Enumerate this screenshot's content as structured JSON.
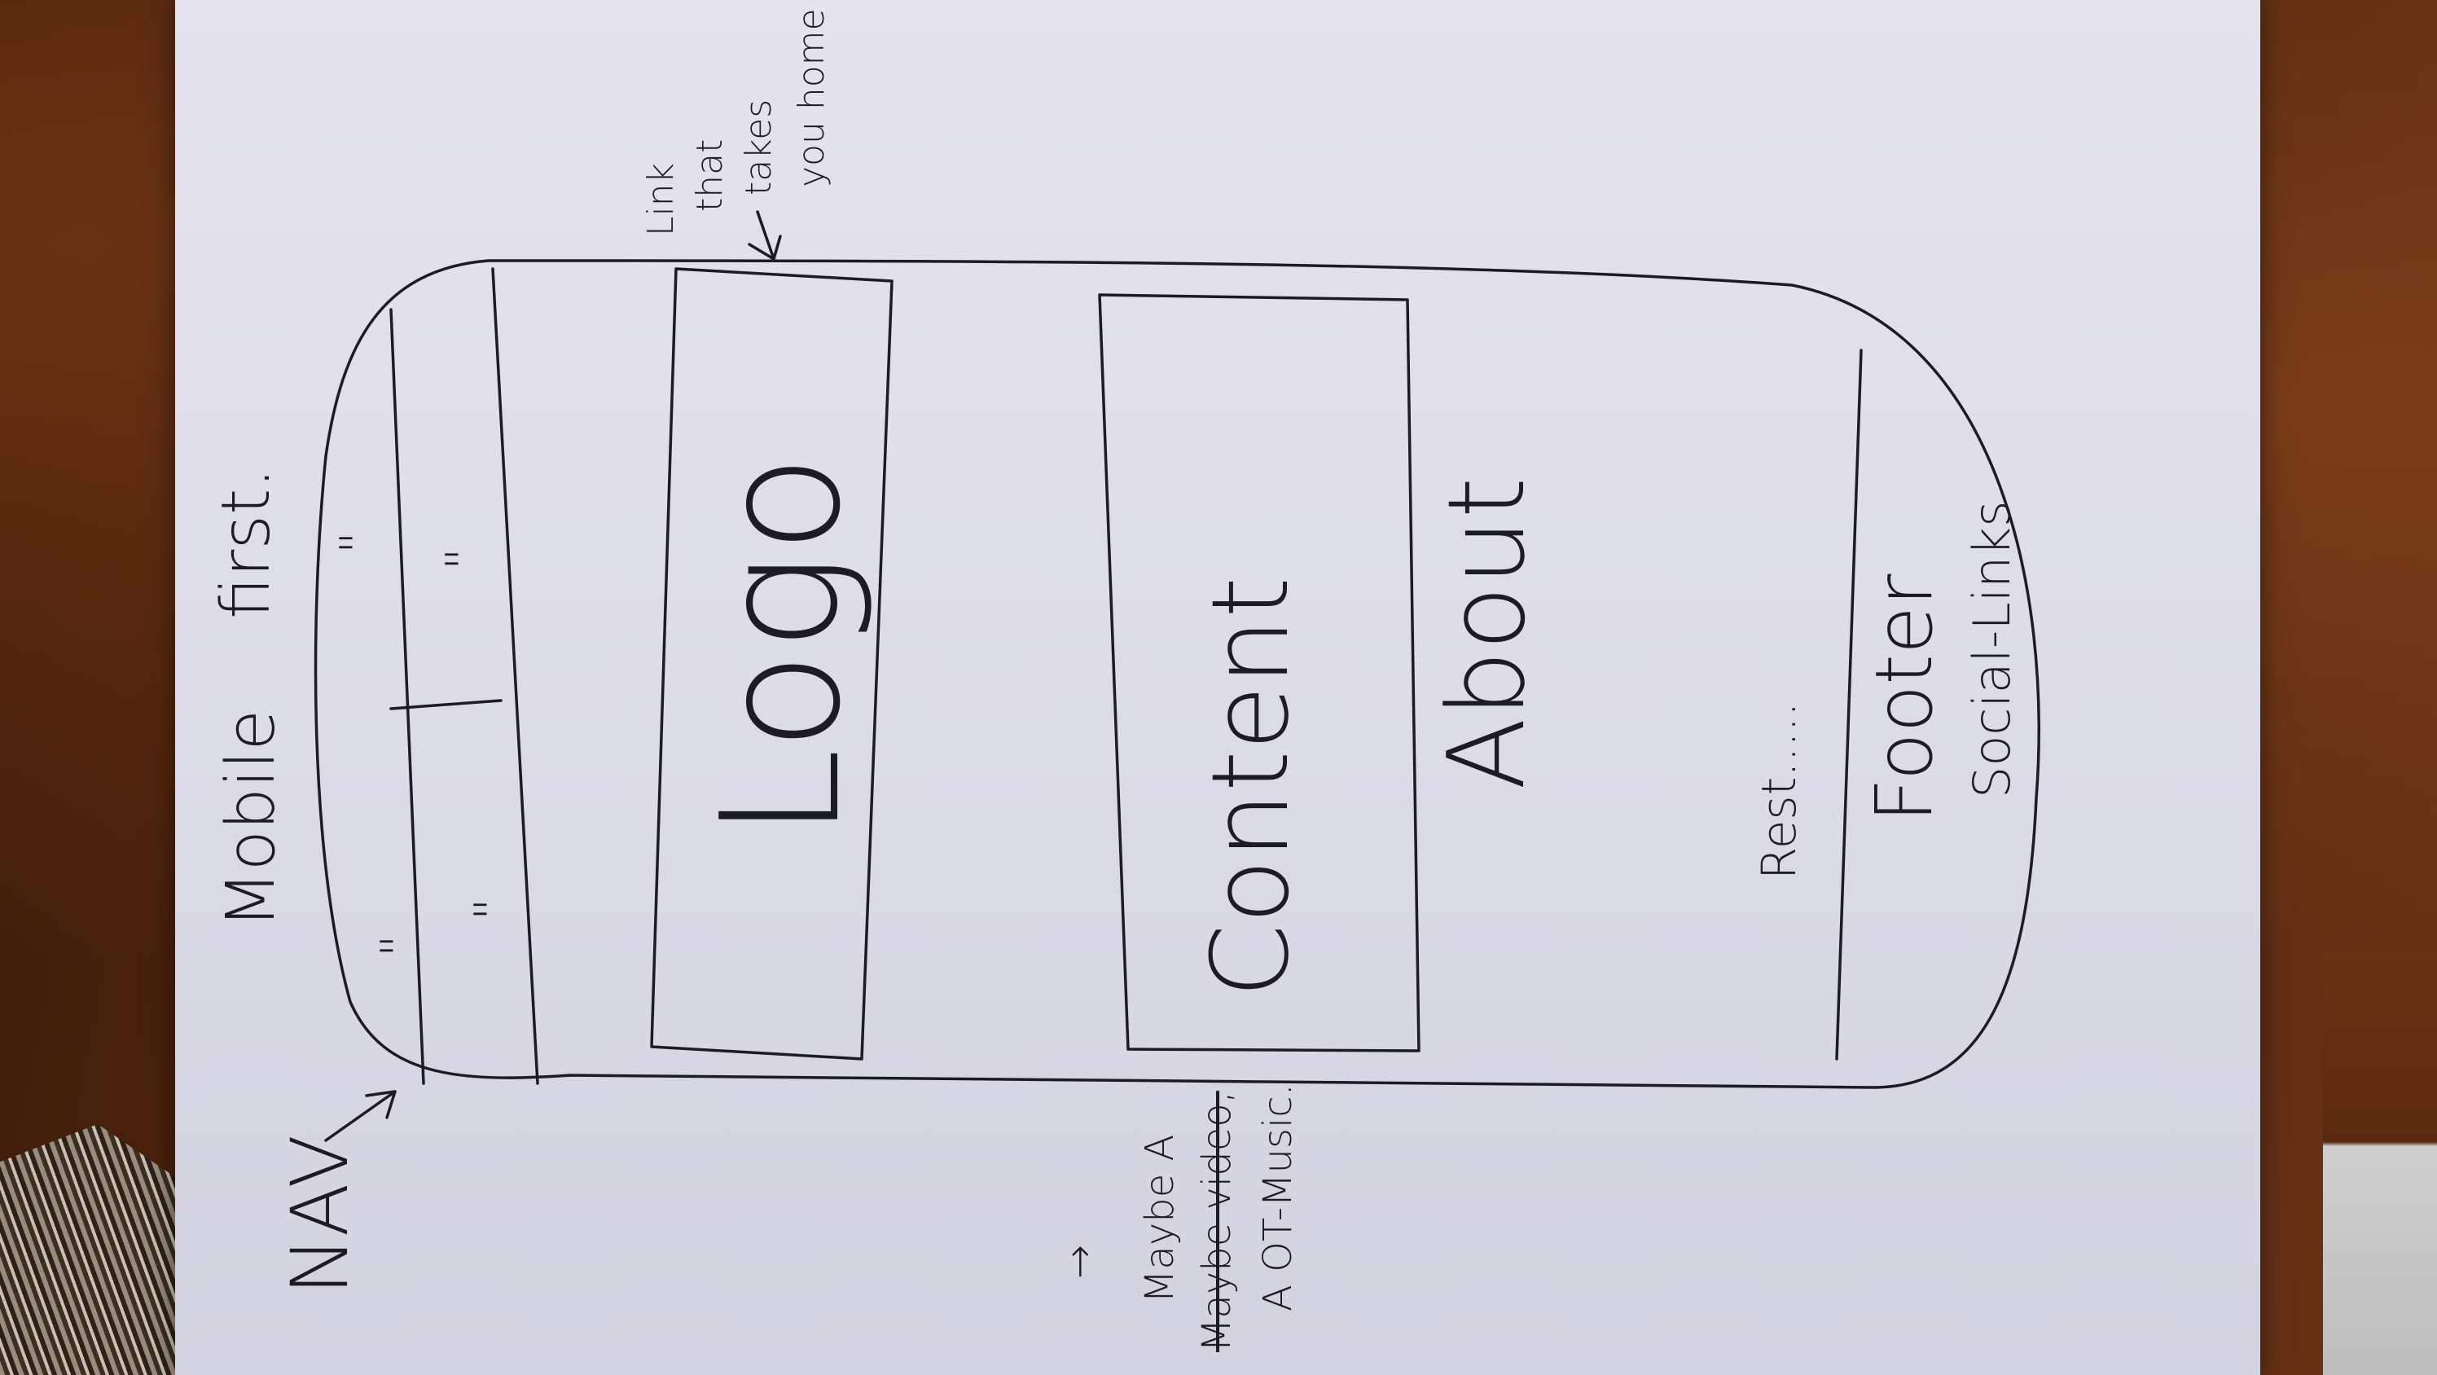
{
  "sketch": {
    "heading": {
      "word1": "Mobile",
      "word2": "first."
    },
    "nav": {
      "label": "NAV",
      "cell_marks": [
        "\"",
        "\"",
        "\"",
        "\""
      ]
    },
    "logo": {
      "label": "Logo",
      "note_lines": [
        "Link",
        "that",
        "takes",
        "you home"
      ]
    },
    "content": {
      "label": "Content",
      "note_marker": "→",
      "note_lines": [
        "Maybe A",
        "Maybe video,",
        "A OT-Music."
      ],
      "about_label": "About"
    },
    "rest": {
      "label": "Rest....."
    },
    "footer": {
      "title": "Footer",
      "subtitle": "Social-Links"
    }
  }
}
